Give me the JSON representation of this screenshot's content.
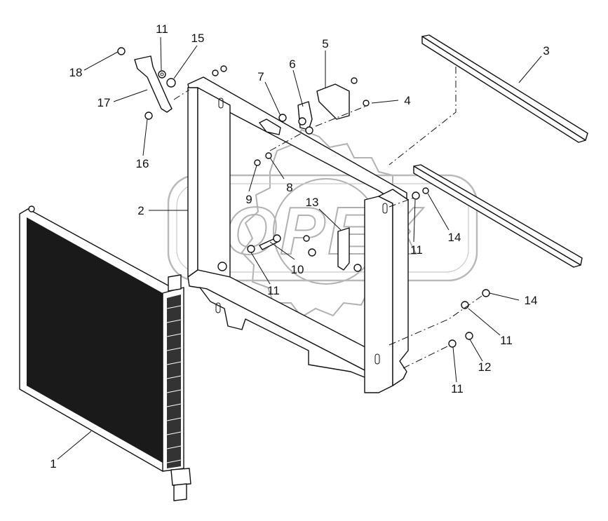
{
  "diagram": {
    "watermark_text": "OPEX",
    "callouts": [
      {
        "id": "c1",
        "text": "1"
      },
      {
        "id": "c2",
        "text": "2"
      },
      {
        "id": "c3",
        "text": "3"
      },
      {
        "id": "c4",
        "text": "4"
      },
      {
        "id": "c5",
        "text": "5"
      },
      {
        "id": "c6",
        "text": "6"
      },
      {
        "id": "c7",
        "text": "7"
      },
      {
        "id": "c8",
        "text": "8"
      },
      {
        "id": "c9",
        "text": "9"
      },
      {
        "id": "c10",
        "text": "10"
      },
      {
        "id": "c11a",
        "text": "11"
      },
      {
        "id": "c11b",
        "text": "11"
      },
      {
        "id": "c11c",
        "text": "11"
      },
      {
        "id": "c11d",
        "text": "11"
      },
      {
        "id": "c11e",
        "text": "11"
      },
      {
        "id": "c12",
        "text": "12"
      },
      {
        "id": "c13",
        "text": "13"
      },
      {
        "id": "c14a",
        "text": "14"
      },
      {
        "id": "c14b",
        "text": "14"
      },
      {
        "id": "c15",
        "text": "15"
      },
      {
        "id": "c16",
        "text": "16"
      },
      {
        "id": "c17",
        "text": "17"
      },
      {
        "id": "c18",
        "text": "18"
      }
    ]
  }
}
